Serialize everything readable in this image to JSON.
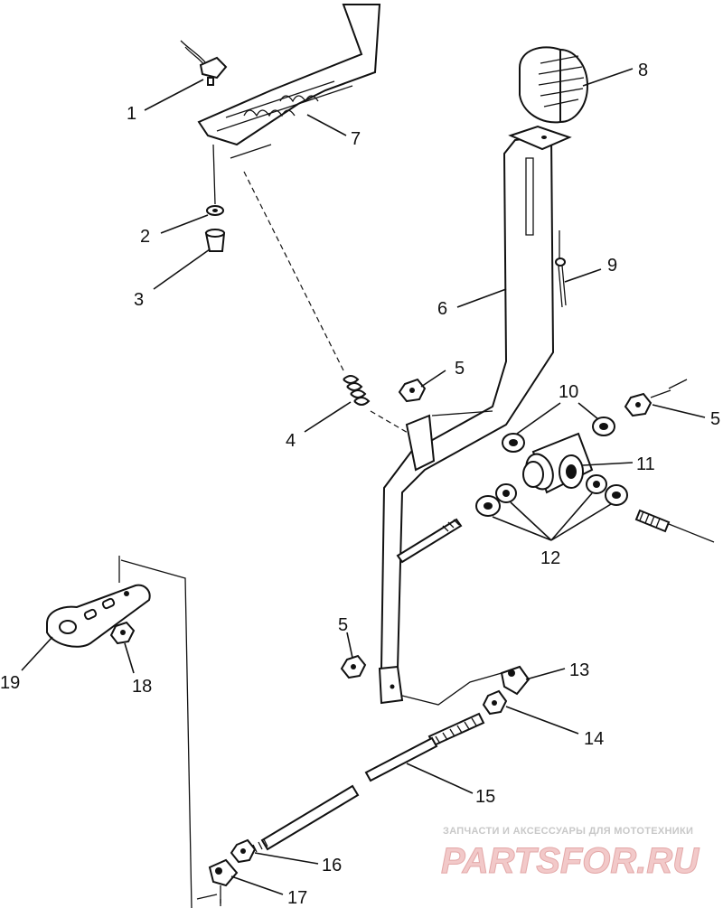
{
  "callouts": [
    "1",
    "2",
    "3",
    "4",
    "5",
    "6",
    "7",
    "8",
    "9",
    "10",
    "5",
    "11",
    "12",
    "5",
    "13",
    "14",
    "15",
    "16",
    "17",
    "18",
    "19"
  ],
  "watermark": {
    "caption": "ЗАПЧАСТИ И АКСЕССУАРЫ ДЛЯ МОТОТЕХНИКИ",
    "logo": "PARTSFOR.RU"
  },
  "colors": {
    "ink": "#111111",
    "watermark_logo": "#f2c9c9",
    "watermark_caption": "#c8c8c8"
  }
}
